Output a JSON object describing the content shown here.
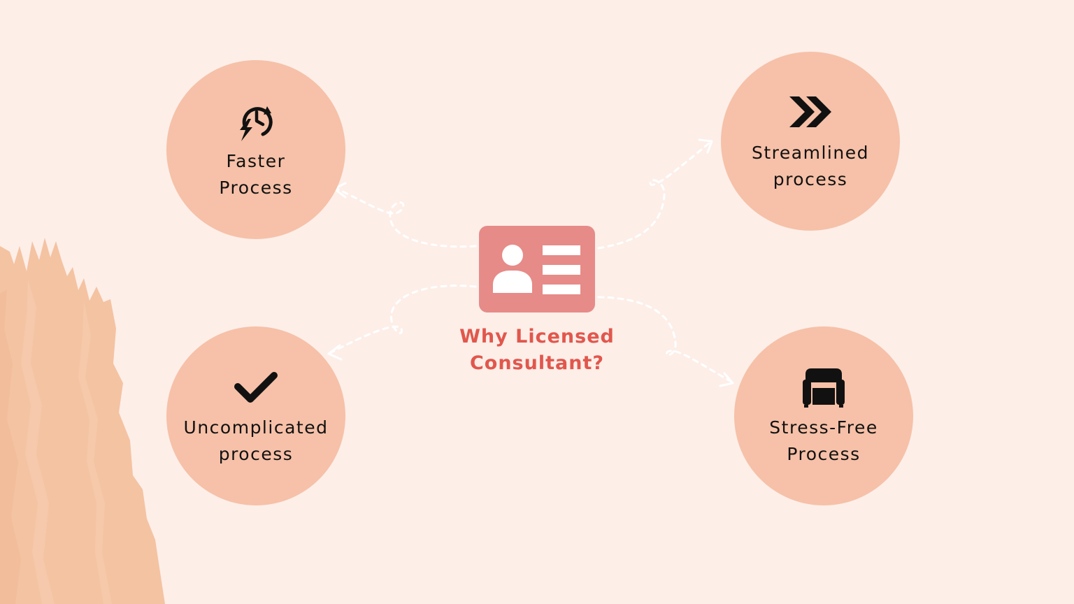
{
  "colors": {
    "background": "#fdeee8",
    "bubble": "#f6c1a8",
    "card": "#e68b88",
    "title": "#e1574d",
    "brush": "#f4c3a2",
    "connector": "#ffffff"
  },
  "center": {
    "icon": "id-card-icon",
    "title_line1": "Why Licensed",
    "title_line2": "Consultant?"
  },
  "nodes": [
    {
      "icon": "clock-bolt-icon",
      "line1": "Faster",
      "line2": "Process"
    },
    {
      "icon": "double-chevron-right-icon",
      "line1": "Streamlined",
      "line2": "process"
    },
    {
      "icon": "checkmark-icon",
      "line1": "Uncomplicated",
      "line2": "process"
    },
    {
      "icon": "armchair-icon",
      "line1": "Stress-Free",
      "line2": "Process"
    }
  ]
}
